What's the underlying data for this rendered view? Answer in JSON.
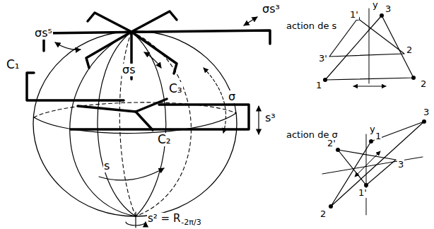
{
  "diagram": {
    "labels": [
      "σs³",
      "σs⁵",
      "σs",
      "C₃",
      "C₁",
      "C₂",
      "σ",
      "s³",
      "s",
      "s² = R",
      "-2π/3",
      "action de s",
      "y",
      "1'",
      "3",
      "3'",
      "2",
      "1",
      "2",
      "action de σ",
      "y",
      "1",
      "3",
      "2'",
      "3",
      "2",
      "1'"
    ]
  }
}
